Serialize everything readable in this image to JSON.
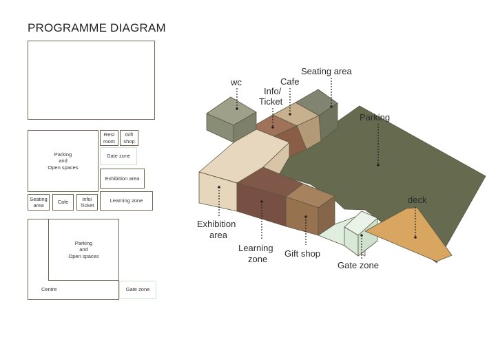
{
  "title": "PROGRAMME DIAGRAM",
  "schematic": {
    "block2": {
      "parking": "Parking\nand\nOpen spaces",
      "rest_room": "Rest\nroom",
      "gift_shop": "Gift\nshop",
      "gate_zone": "Gate zone",
      "exhibition_area": "Exhibition area",
      "seating_area": "Seating\narea",
      "cafe": "Cafe",
      "info_ticket": "Info/\nTicket",
      "learning_zone": "Learning zone"
    },
    "block3": {
      "parking": "Parking\nand\nOpen spaces",
      "centre": "Centre",
      "gate_zone": "Gate zone"
    }
  },
  "iso_labels": {
    "wc": "wc",
    "info_ticket_1": "Info/",
    "info_ticket_2": "Ticket",
    "cafe": "Cafe",
    "seating_area": "Seating area",
    "parking": "Parking",
    "deck": "deck",
    "exhibition_1": "Exhibition",
    "exhibition_2": "area",
    "learning_1": "Learning",
    "learning_2": "zone",
    "gift_shop": "Gift shop",
    "gate_zone": "Gate zone"
  },
  "colors": {
    "parking": "#666a4f",
    "wc": "#8e907a",
    "seating": "#868a72",
    "cafe": "#c2ab88",
    "info": "#9a6e56",
    "exhibition": "#e5d5bc",
    "learning": "#7a5346",
    "gift": "#9c7a5c",
    "gate": "#dcecdc",
    "deck": "#d8a660",
    "outline": "#6b6451"
  }
}
